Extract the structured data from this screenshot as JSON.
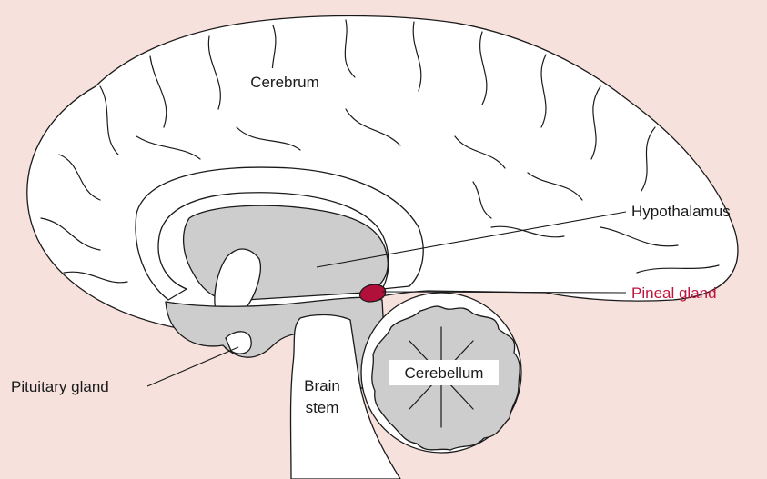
{
  "labels": {
    "cerebrum": "Cerebrum",
    "hypothalamus": "Hypothalamus",
    "pineal_gland": "Pineal gland",
    "pituitary_gland": "Pituitary gland",
    "brain_stem_line1": "Brain",
    "brain_stem_line2": "stem",
    "cerebellum": "Cerebellum"
  },
  "colors": {
    "background": "#f6e1dc",
    "tissue_grey": "#cdcdcd",
    "highlight": "#c0143c",
    "pineal_fill": "#b0103a"
  }
}
